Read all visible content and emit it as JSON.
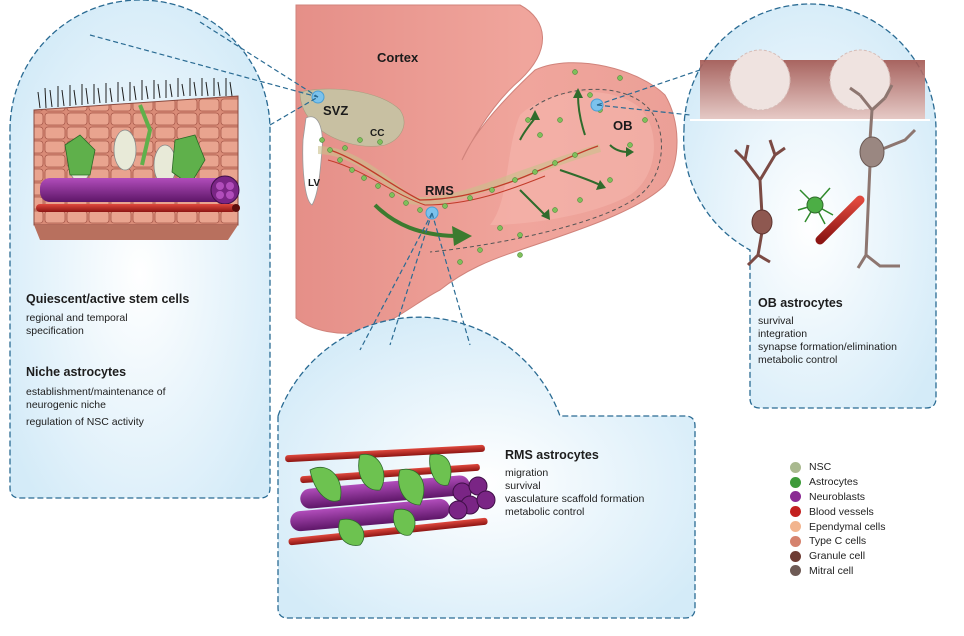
{
  "regions": {
    "cortex": "Cortex",
    "svz": "SVZ",
    "cc": "CC",
    "lv": "LV",
    "rms": "RMS",
    "ob": "OB"
  },
  "panels": {
    "svz": {
      "heading1": "Quiescent/active stem cells",
      "body1": [
        "regional and temporal",
        "specification"
      ],
      "heading2": "Niche astrocytes",
      "body2": [
        "establishment/maintenance of",
        "neurogenic niche",
        "regulation of NSC activity"
      ]
    },
    "ob": {
      "heading": "OB astrocytes",
      "body": [
        "survival",
        "integration",
        "synapse formation/elimination",
        "metabolic control"
      ]
    },
    "rms": {
      "heading": "RMS astrocytes",
      "body": [
        "migration",
        "survival",
        "vasculature scaffold formation",
        "metabolic control"
      ]
    }
  },
  "legend": [
    {
      "label": "NSC",
      "color": "#a9b98f"
    },
    {
      "label": "Astrocytes",
      "color": "#3e9b3a"
    },
    {
      "label": "Neuroblasts",
      "color": "#8a2a93"
    },
    {
      "label": "Blood vessels",
      "color": "#c3201f"
    },
    {
      "label": "Ependymal cells",
      "color": "#f2b48e"
    },
    {
      "label": "Type C cells",
      "color": "#d5826d"
    },
    {
      "label": "Granule cell",
      "color": "#6e3c34"
    },
    {
      "label": "Mitral cell",
      "color": "#6e5a55"
    }
  ]
}
